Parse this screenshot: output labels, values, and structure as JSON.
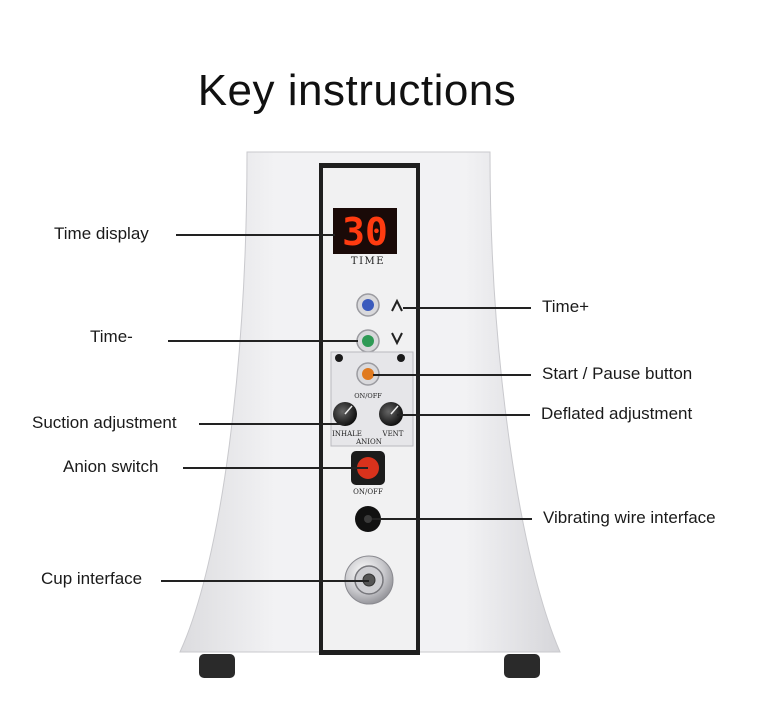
{
  "title": "Key instructions",
  "device": {
    "display_value": "30",
    "time_label": "TIME",
    "start_label": "ON/OFF",
    "inhale_label": "INHALE",
    "vent_label": "VENT",
    "anion_label": "ANION",
    "anion_switch_label": "ON/OFF",
    "colors": {
      "body": "#ececee",
      "panel": "#f1f1f2",
      "display_digits": "#ff3b10",
      "time_up_button": "#3b5bbd",
      "time_down_button": "#2e9a55",
      "start_button": "#e07a1f",
      "anion_button": "#d8321c"
    }
  },
  "callouts": {
    "time_display": "Time display",
    "time_plus": "Time+",
    "time_minus": "Time-",
    "start_pause": "Start / Pause button",
    "suction": "Suction adjustment",
    "deflated": "Deflated adjustment",
    "anion_switch": "Anion switch",
    "vibrating": "Vibrating wire interface",
    "cup": "Cup interface"
  }
}
